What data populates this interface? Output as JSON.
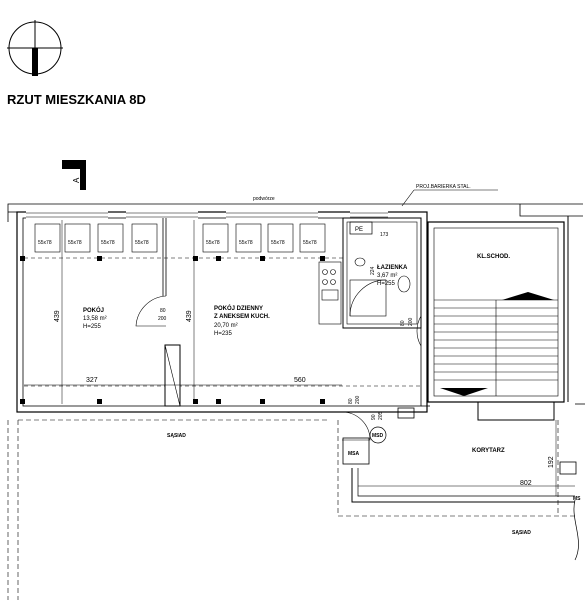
{
  "title": "RZUT MIESZKANIA 8D",
  "section_marker": "A",
  "labels": {
    "courtyard": "podwórze",
    "railing": "PROJ.BARIERKA STAL.",
    "staircase": "KL.SCHOD.",
    "corridor": "KORYTARZ",
    "neighbor": "SĄSIAD",
    "pe": "PE",
    "msd": "MSD",
    "msa": "MSA",
    "msr_partial": "MS"
  },
  "rooms": {
    "pokoj": {
      "name": "POKÓJ",
      "area": "13,58 m²",
      "height": "H=255"
    },
    "dzienny": {
      "name1": "POKÓJ DZIENNY",
      "name2": "Z ANEKSEM KUCH.",
      "area": "20,70 m²",
      "height": "H=235"
    },
    "lazienka": {
      "name": "ŁAZIENKA",
      "area": "3,67 m²",
      "height": "H=255"
    }
  },
  "window_labels": [
    "55x78",
    "55x78",
    "55x78",
    "55x78",
    "55x78",
    "55x78",
    "55x78",
    "55x78"
  ],
  "dimensions": {
    "d327": "327",
    "d560": "560",
    "d439a": "439",
    "d439b": "439",
    "d173": "173",
    "d224": "224",
    "d802": "802",
    "d192": "192",
    "door_80": "80",
    "door_200": "200",
    "bath_80": "80",
    "bath_200": "200",
    "ent_80": "80",
    "ent_200": "200",
    "ent_90": "90",
    "ent_205": "205"
  }
}
